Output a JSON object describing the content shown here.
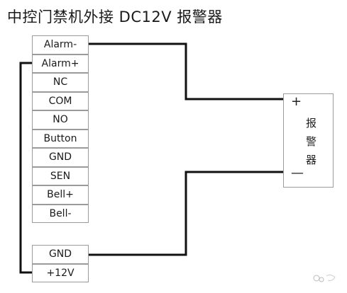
{
  "title": "中控门禁机外接 DC12V 报警器",
  "terminals_top": [
    "Alarm-",
    "Alarm+",
    "NC",
    "COM",
    "NO",
    "Button",
    "GND",
    "SEN",
    "Bell+",
    "Bell-"
  ],
  "terminals_bottom": [
    "GND",
    "+12V"
  ],
  "alarm": {
    "plus": "+",
    "minus": "—",
    "chars": [
      "报",
      "警",
      "器"
    ]
  },
  "colors": {
    "wire": "#111111",
    "border": "#9a9a9a"
  }
}
